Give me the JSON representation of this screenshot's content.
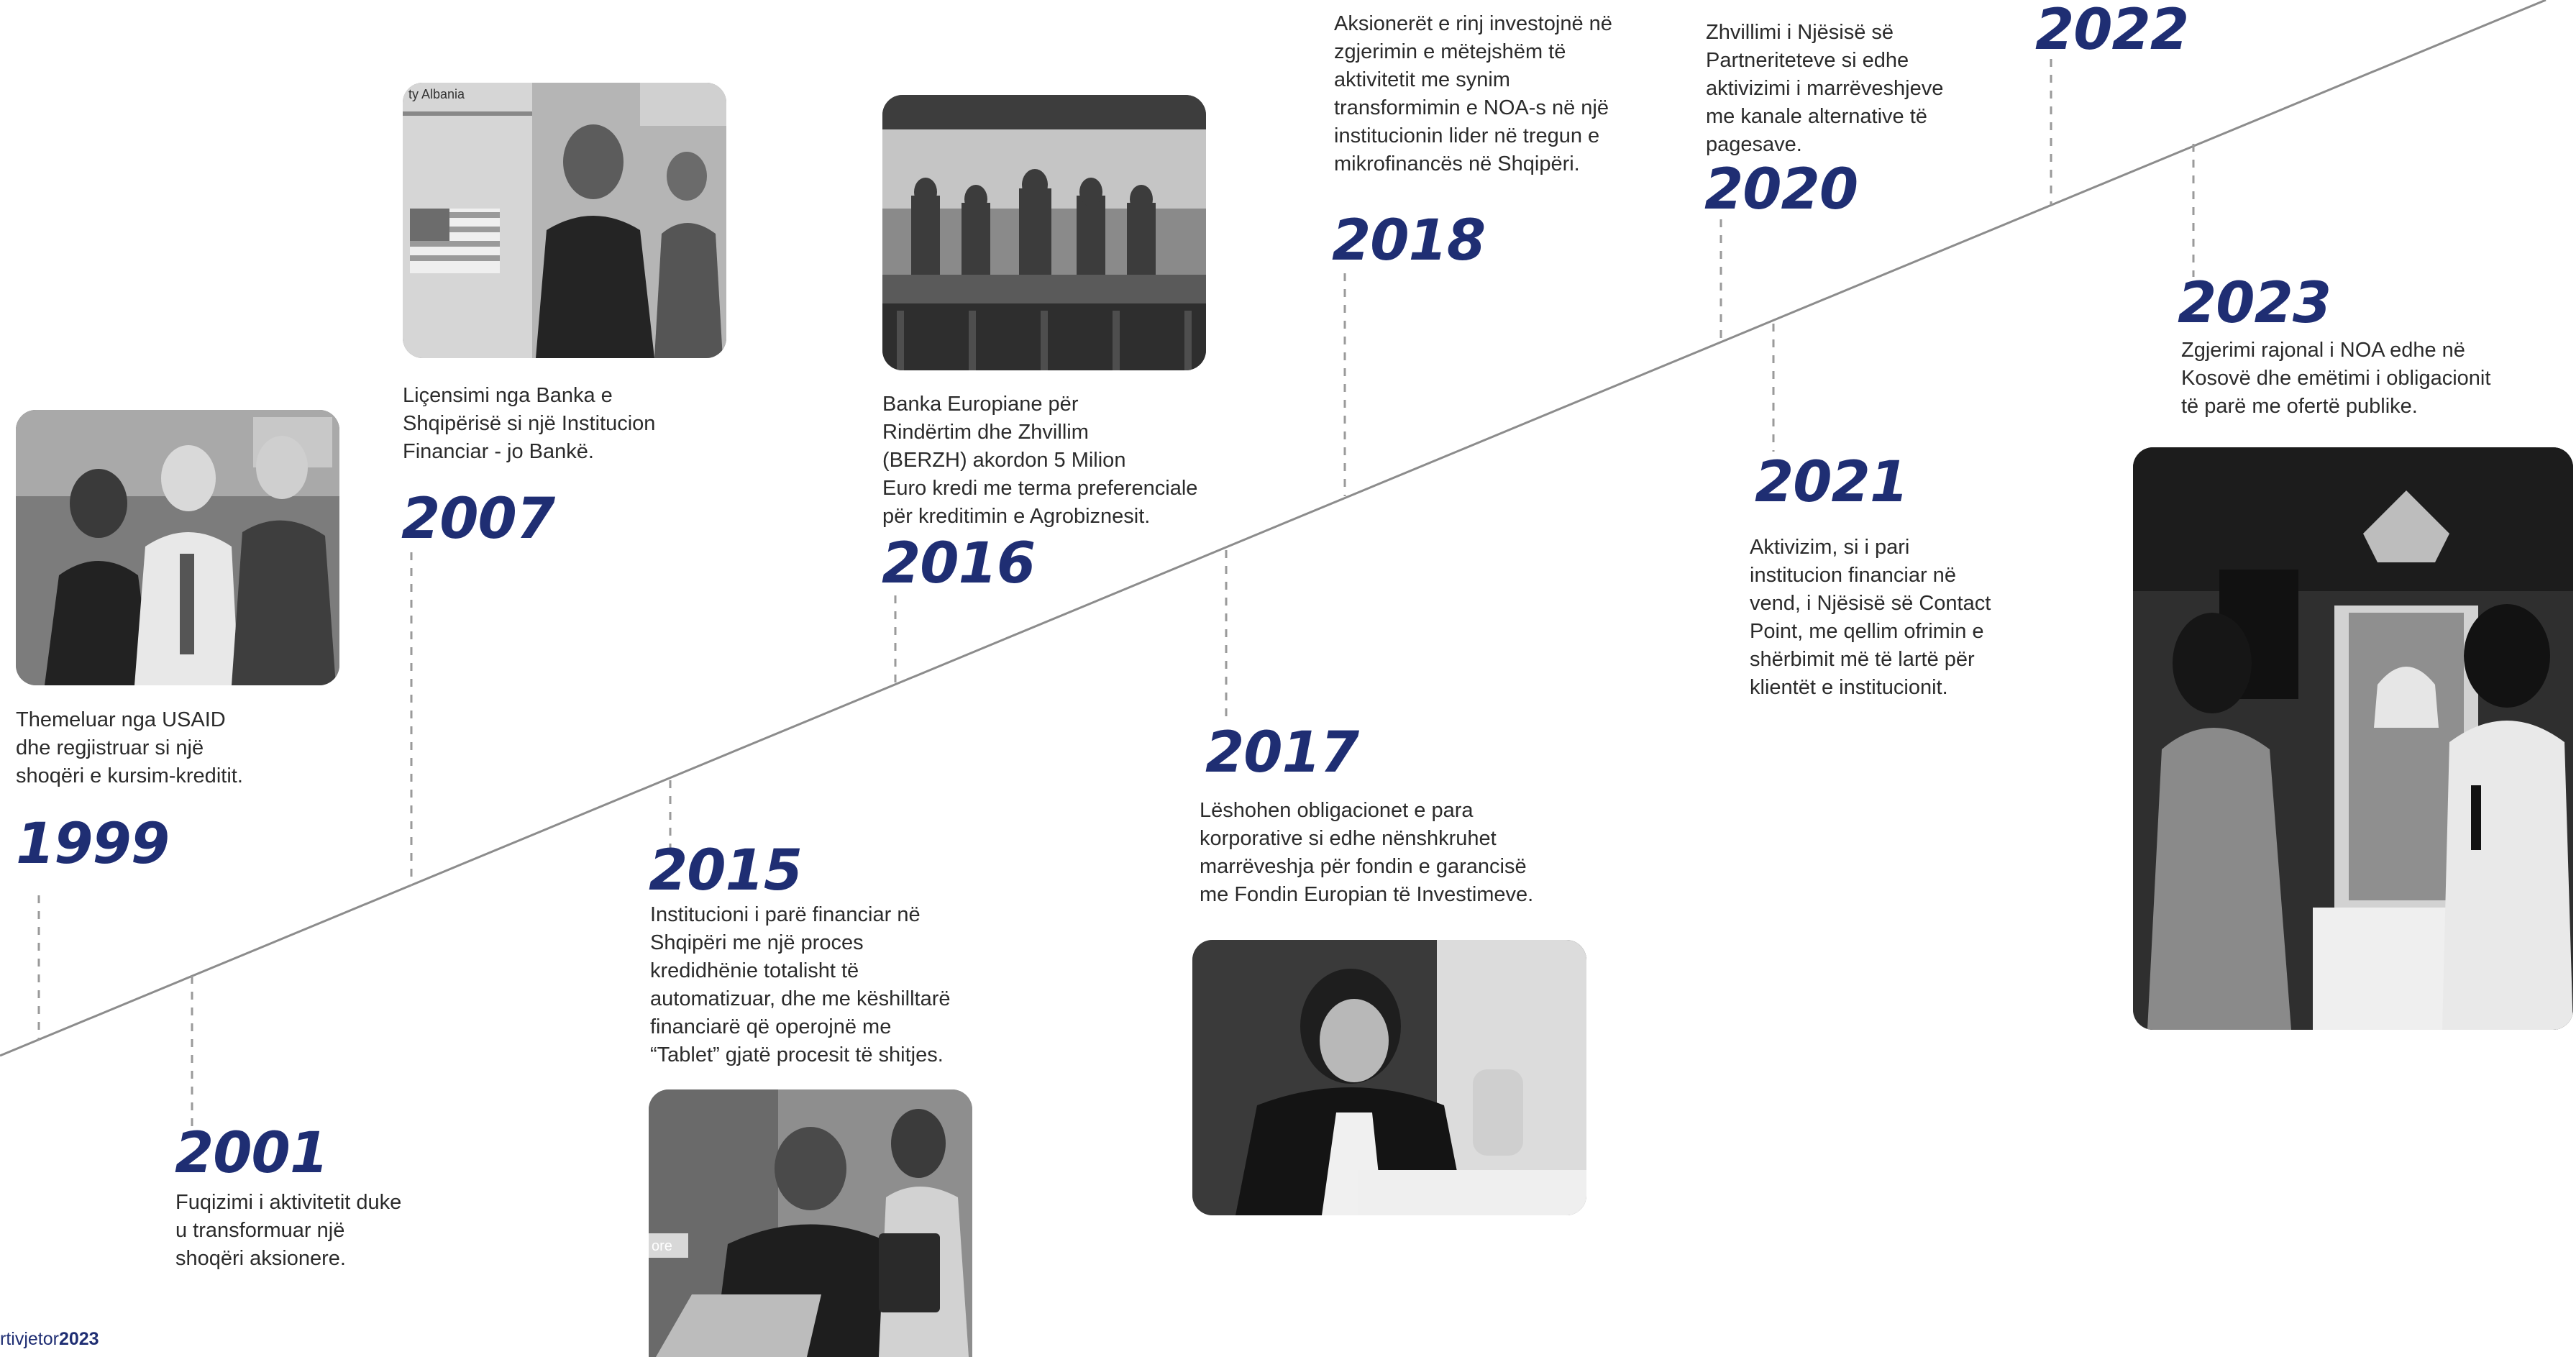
{
  "colors": {
    "accent": "#1f2e73",
    "text": "#2b2b2b",
    "line": "#8c8c8c"
  },
  "milestones": [
    {
      "year": "1999",
      "lines": [
        "Themeluar nga USAID",
        "dhe regjistruar si një",
        "shoqëri e kursim-kreditit."
      ]
    },
    {
      "year": "2001",
      "lines": [
        "Fuqizimi i aktivitetit duke",
        "u transformuar një",
        "shoqëri aksionere."
      ]
    },
    {
      "year": "2007",
      "lines": [
        "Liçensimi nga Banka e",
        "Shqipërisë si një Institucion",
        "Financiar - jo Bankë."
      ]
    },
    {
      "year": "2015",
      "lines": [
        "Institucioni i parë financiar në",
        "Shqipëri me një proces",
        "kredidhënie totalisht të",
        "automatizuar, dhe me këshilltarë",
        "financiarë që operojnë me",
        "“Tablet” gjatë procesit të shitjes."
      ]
    },
    {
      "year": "2016",
      "lines": [
        "Banka Europiane për",
        "Rindërtim dhe Zhvillim",
        "(BERZH) akordon 5 Milion",
        "Euro kredi me terma preferenciale",
        "për kreditimin e Agrobiznesit."
      ]
    },
    {
      "year": "2017",
      "lines": [
        "Lëshohen obligacionet e para",
        "korporative si edhe nënshkruhet",
        "marrëveshja për fondin e garancisë",
        "me Fondin Europian të Investimeve."
      ]
    },
    {
      "year": "2018",
      "lines": [
        "Aksionerët e rinj investojnë në",
        "zgjerimin e mëtejshëm të",
        "aktivitetit me synim",
        "transformimin e NOA-s në një",
        "institucionin lider në tregun e",
        "mikrofinancës në Shqipëri."
      ]
    },
    {
      "year": "2020",
      "lines": [
        "Zhvillimi i Njësisë së",
        "Partneriteteve si edhe",
        "aktivizimi i marrëveshjeve",
        "me kanale alternative të",
        "pagesave."
      ]
    },
    {
      "year": "2021",
      "lines": [
        "Aktivizim, si i pari",
        "institucion financiar në",
        "vend, i Njësisë së Contact",
        "Point, me qellim ofrimin e",
        "shërbimit më të lartë për",
        "klientët e institucionit."
      ]
    },
    {
      "year": "2022",
      "lines": []
    },
    {
      "year": "2023",
      "lines": [
        "Zgjerimi rajonal i NOA edhe në",
        "Kosovë dhe emëtimi i obligacionit",
        "të parë me ofertë publike."
      ]
    }
  ],
  "photo_texts": {
    "sign_2007": "ty Albania",
    "tablet_2015": "ore"
  },
  "footer": {
    "prefix": "rtivjetor",
    "year": "2023"
  }
}
